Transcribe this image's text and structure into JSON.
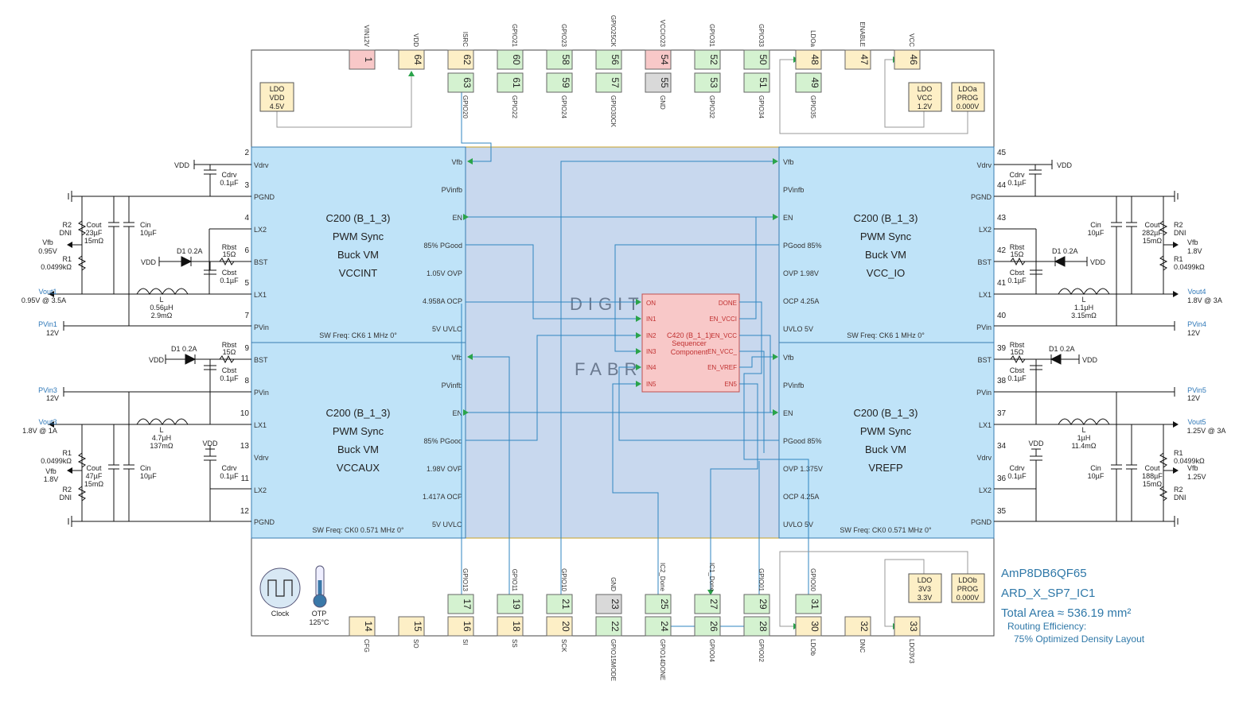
{
  "colors": {
    "pin_red": "#f8c8c8",
    "pin_green": "#d4f2d0",
    "pin_yellow": "#fdefc6",
    "pin_gray": "#d9d9d9",
    "buck_fill": "#bfe3f8",
    "fabric_fill": "#c8d8ee",
    "sequencer_fill": "#f8c8c8",
    "wire": "#2f86c0",
    "info_text": "#2f78a8",
    "net_blue": "#2f78b8"
  },
  "top_pins": [
    {
      "num": "1",
      "label": "VIN12V",
      "color": "red"
    },
    {
      "num": "64",
      "label": "VDD",
      "color": "yellow"
    },
    {
      "num": "62",
      "label": "ISRC",
      "color": "yellow"
    },
    {
      "num": "60",
      "label": "GPIO21",
      "color": "green"
    },
    {
      "num": "58",
      "label": "GPIO23",
      "color": "green"
    },
    {
      "num": "56",
      "label": "GPIO25CK",
      "color": "green"
    },
    {
      "num": "54",
      "label": "VCCIO23",
      "color": "red"
    },
    {
      "num": "52",
      "label": "GPIO31",
      "color": "green"
    },
    {
      "num": "50",
      "label": "GPIO33",
      "color": "green"
    },
    {
      "num": "48",
      "label": "LDOa",
      "color": "yellow"
    },
    {
      "num": "47",
      "label": "ENABLE",
      "color": "yellow"
    },
    {
      "num": "46",
      "label": "VCC",
      "color": "yellow"
    }
  ],
  "top_pins_inner": [
    {
      "num": "63",
      "label": "GPIO20",
      "color": "green"
    },
    {
      "num": "61",
      "label": "GPIO22",
      "color": "green"
    },
    {
      "num": "59",
      "label": "GPIO24",
      "color": "green"
    },
    {
      "num": "57",
      "label": "GPIO30CK",
      "color": "green"
    },
    {
      "num": "55",
      "label": "GND",
      "color": "gray"
    },
    {
      "num": "53",
      "label": "GPIO32",
      "color": "green"
    },
    {
      "num": "51",
      "label": "GPIO34",
      "color": "green"
    },
    {
      "num": "49",
      "label": "GPIO35",
      "color": "green"
    }
  ],
  "bottom_pins_inner": [
    {
      "num": "17",
      "label": "GPIO13",
      "color": "green"
    },
    {
      "num": "19",
      "label": "GPIO11",
      "color": "green"
    },
    {
      "num": "21",
      "label": "GPIO10",
      "color": "green"
    },
    {
      "num": "23",
      "label": "GND",
      "color": "gray"
    },
    {
      "num": "25",
      "label": "IC2_Done",
      "color": "green"
    },
    {
      "num": "27",
      "label": "IC1_Done",
      "color": "green"
    },
    {
      "num": "29",
      "label": "GPIO01",
      "color": "green"
    },
    {
      "num": "31",
      "label": "GPIO00",
      "color": "green"
    }
  ],
  "bottom_pins": [
    {
      "num": "14",
      "label": "CFG",
      "color": "yellow"
    },
    {
      "num": "15",
      "label": "SO",
      "color": "yellow"
    },
    {
      "num": "16",
      "label": "SI",
      "color": "yellow"
    },
    {
      "num": "18",
      "label": "SS",
      "color": "yellow"
    },
    {
      "num": "20",
      "label": "SCK",
      "color": "yellow"
    },
    {
      "num": "22",
      "label": "GPIO15MODE",
      "color": "green"
    },
    {
      "num": "24",
      "label": "GPIO14DONE",
      "color": "green"
    },
    {
      "num": "26",
      "label": "GPIO04",
      "color": "green"
    },
    {
      "num": "28",
      "label": "GPIO02",
      "color": "green"
    },
    {
      "num": "30",
      "label": "LDOb",
      "color": "yellow"
    },
    {
      "num": "32",
      "label": "DNC",
      "color": "yellow"
    },
    {
      "num": "33",
      "label": "LDO3V3",
      "color": "yellow"
    }
  ],
  "ldo_boxes": [
    {
      "lines": [
        "LDO",
        "VDD",
        "4.5V"
      ]
    },
    {
      "lines": [
        "LDO",
        "VCC",
        "1.2V"
      ]
    },
    {
      "lines": [
        "LDOa",
        "PROG",
        "0.000V"
      ]
    },
    {
      "lines": [
        "LDO",
        "3V3",
        "3.3V"
      ]
    },
    {
      "lines": [
        "LDOb",
        "PROG",
        "0.000V"
      ]
    }
  ],
  "fabric_text": [
    "DIGIT",
    "FABR"
  ],
  "bucks": [
    {
      "title": [
        "C200 (B_1_3)",
        "PWM Sync",
        "Buck VM",
        "VCCINT"
      ],
      "freq": "SW Freq: CK6 1 MHz 0°",
      "left_pins": [
        {
          "name": "Vdrv",
          "num": "2"
        },
        {
          "name": "PGND",
          "num": "3"
        },
        {
          "name": "LX2",
          "num": "4"
        },
        {
          "name": "BST",
          "num": "6"
        },
        {
          "name": "LX1",
          "num": "5"
        },
        {
          "name": "PVin",
          "num": "7"
        }
      ],
      "right_pins": [
        "Vfb",
        "PVinfb",
        "EN",
        "85% PGood",
        "1.05V OVP",
        "4.958A OCP",
        "5V UVLO"
      ]
    },
    {
      "title": [
        "C200 (B_1_3)",
        "PWM Sync",
        "Buck VM",
        "VCC_IO"
      ],
      "freq": "SW Freq: CK6 1 MHz 0°",
      "left_pins": [
        "Vfb",
        "PVinfb",
        "EN",
        "PGood 85%",
        "OVP 1.98V",
        "OCP 4.25A",
        "UVLO 5V"
      ],
      "right_pins": [
        {
          "name": "Vdrv",
          "num": "45"
        },
        {
          "name": "PGND",
          "num": "44"
        },
        {
          "name": "LX2",
          "num": "43"
        },
        {
          "name": "BST",
          "num": "42"
        },
        {
          "name": "LX1",
          "num": "41"
        },
        {
          "name": "PVin",
          "num": "40"
        }
      ]
    },
    {
      "title": [
        "C200 (B_1_3)",
        "PWM Sync",
        "Buck VM",
        "VCCAUX"
      ],
      "freq": "SW Freq: CK0 0.571 MHz 0°",
      "left_pins": [
        {
          "name": "BST",
          "num": "9"
        },
        {
          "name": "PVin",
          "num": "8"
        },
        {
          "name": "LX1",
          "num": "10"
        },
        {
          "name": "Vdrv",
          "num": "13"
        },
        {
          "name": "LX2",
          "num": "11"
        },
        {
          "name": "PGND",
          "num": "12"
        }
      ],
      "right_pins": [
        "Vfb",
        "PVinfb",
        "EN",
        "85% PGood",
        "1.98V OVP",
        "1.417A OCP",
        "5V UVLO"
      ]
    },
    {
      "title": [
        "C200 (B_1_3)",
        "PWM Sync",
        "Buck VM",
        "VREFP"
      ],
      "freq": "SW Freq: CK0 0.571 MHz 0°",
      "left_pins": [
        "Vfb",
        "PVinfb",
        "EN",
        "PGood 85%",
        "OVP 1.375V",
        "OCP 4.25A",
        "UVLO 5V"
      ],
      "right_pins": [
        {
          "name": "BST",
          "num": "39"
        },
        {
          "name": "PVin",
          "num": "38"
        },
        {
          "name": "LX1",
          "num": "37"
        },
        {
          "name": "Vdrv",
          "num": "34"
        },
        {
          "name": "LX2",
          "num": "36"
        },
        {
          "name": "PGND",
          "num": "35"
        }
      ]
    }
  ],
  "sequencer": {
    "title": [
      "C420 (B_1_1)",
      "Sequencer",
      "Component"
    ],
    "inputs": [
      "ON",
      "IN1",
      "IN2",
      "IN3",
      "IN4",
      "IN5"
    ],
    "outputs": [
      "DONE",
      "EN_VCCI",
      "EN_VCC",
      "EN_VCC_",
      "EN_VREF",
      "EN5"
    ]
  },
  "ext_left": {
    "vdd1": "VDD",
    "cdrv1": [
      "Cdrv",
      "0.1µF"
    ],
    "r2": [
      "R2",
      "DNI"
    ],
    "cout1": [
      "Cout",
      "23µF",
      "15mΩ"
    ],
    "cin1": [
      "Cin",
      "10µF"
    ],
    "vfb1": [
      "Vfb",
      "0.95V"
    ],
    "r1": [
      "R1",
      "0.0499kΩ"
    ],
    "d1": "D1 0.2A",
    "vdd2": "VDD",
    "rbst1": [
      "Rbst",
      "15Ω"
    ],
    "cbst1": [
      "Cbst",
      "0.1µF"
    ],
    "vout1": [
      "Vout1",
      "0.95V @ 3.5A"
    ],
    "l1": [
      "L",
      "0.56µH",
      "2.9mΩ"
    ],
    "pvin1": [
      "PVin1",
      "12V"
    ],
    "d1b": "D1 0.2A",
    "vdd3": "VDD",
    "rbst3": [
      "Rbst",
      "15Ω"
    ],
    "cbst3": [
      "Cbst",
      "0.1µF"
    ],
    "pvin3": [
      "PVin3",
      "12V"
    ],
    "vout3": [
      "Vout3",
      "1.8V @ 1A"
    ],
    "l3": [
      "L",
      "4.7µH",
      "137mΩ"
    ],
    "r1b": [
      "R1",
      "0.0499kΩ"
    ],
    "vdd4": "VDD",
    "cout3": [
      "Cout",
      "47µF",
      "15mΩ"
    ],
    "cin3": [
      "Cin",
      "10µF"
    ],
    "cdrv3": [
      "Cdrv",
      "0.1µF"
    ],
    "vfb3": [
      "Vfb",
      "1.8V"
    ],
    "r2b": [
      "R2",
      "DNI"
    ]
  },
  "ext_right": {
    "vdd1": "VDD",
    "cdrv1": [
      "Cdrv",
      "0.1µF"
    ],
    "cin1": [
      "Cin",
      "10µF"
    ],
    "cout1": [
      "Cout",
      "282µF",
      "15mΩ"
    ],
    "r2": [
      "R2",
      "DNI"
    ],
    "vfb1": [
      "Vfb",
      "1.8V"
    ],
    "r1": [
      "R1",
      "0.0499kΩ"
    ],
    "rbst1": [
      "Rbst",
      "15Ω"
    ],
    "d1": "D1 0.2A",
    "vdd2": "VDD",
    "cbst1": [
      "Cbst",
      "0.1µF"
    ],
    "l1": [
      "L",
      "1.1µH",
      "3.15mΩ"
    ],
    "vout4": [
      "Vout4",
      "1.8V @ 3A"
    ],
    "pvin4": [
      "PVin4",
      "12V"
    ],
    "rbst3": [
      "Rbst",
      "15Ω"
    ],
    "d1b": "D1 0.2A",
    "vdd3": "VDD",
    "cbst3": [
      "Cbst",
      "0.1µF"
    ],
    "pvin5": [
      "PVin5",
      "12V"
    ],
    "l5": [
      "L",
      "1µH",
      "11.4mΩ"
    ],
    "vout5": [
      "Vout5",
      "1.25V @ 3A"
    ],
    "vdd4": "VDD",
    "r1b": [
      "R1",
      "0.0499kΩ"
    ],
    "cdrv3": [
      "Cdrv",
      "0.1µF"
    ],
    "cin3": [
      "Cin",
      "10µF"
    ],
    "cout3": [
      "Cout",
      "188µF",
      "15mΩ"
    ],
    "vfb3": [
      "Vfb",
      "1.25V"
    ],
    "r2b": [
      "R2",
      "DNI"
    ]
  },
  "clock_label": "Clock",
  "otp_label": [
    "OTP",
    "125°C"
  ],
  "info": {
    "part": "AmP8DB6QF65",
    "design": "ARD_X_SP7_IC1",
    "area": "Total Area ≈ 536.19 mm²",
    "routing": "Routing Efficiency:",
    "density": "75% Optimized Density Layout"
  }
}
